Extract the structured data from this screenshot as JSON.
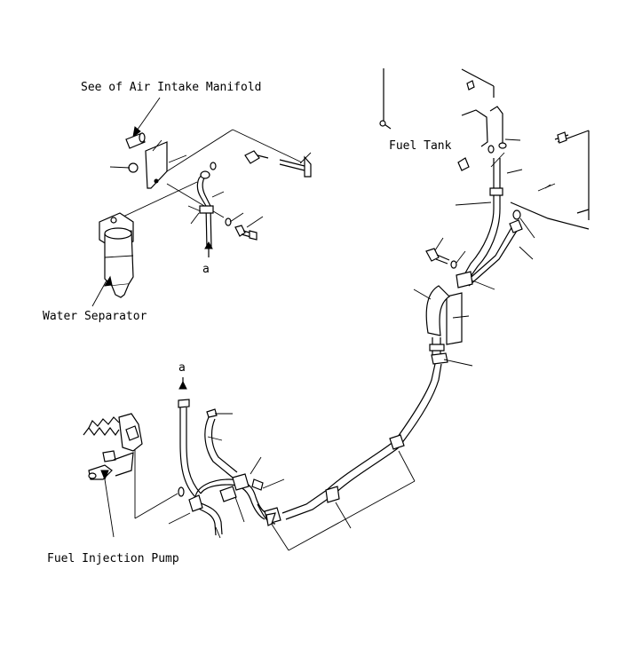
{
  "labels": {
    "air_intake_manifold": "See of Air Intake Manifold",
    "fuel_tank": "Fuel Tank",
    "water_separator": "Water Separator",
    "fuel_injection_pump": "Fuel Injection Pump",
    "ref_a_top": "a",
    "ref_a_bottom": "a"
  }
}
